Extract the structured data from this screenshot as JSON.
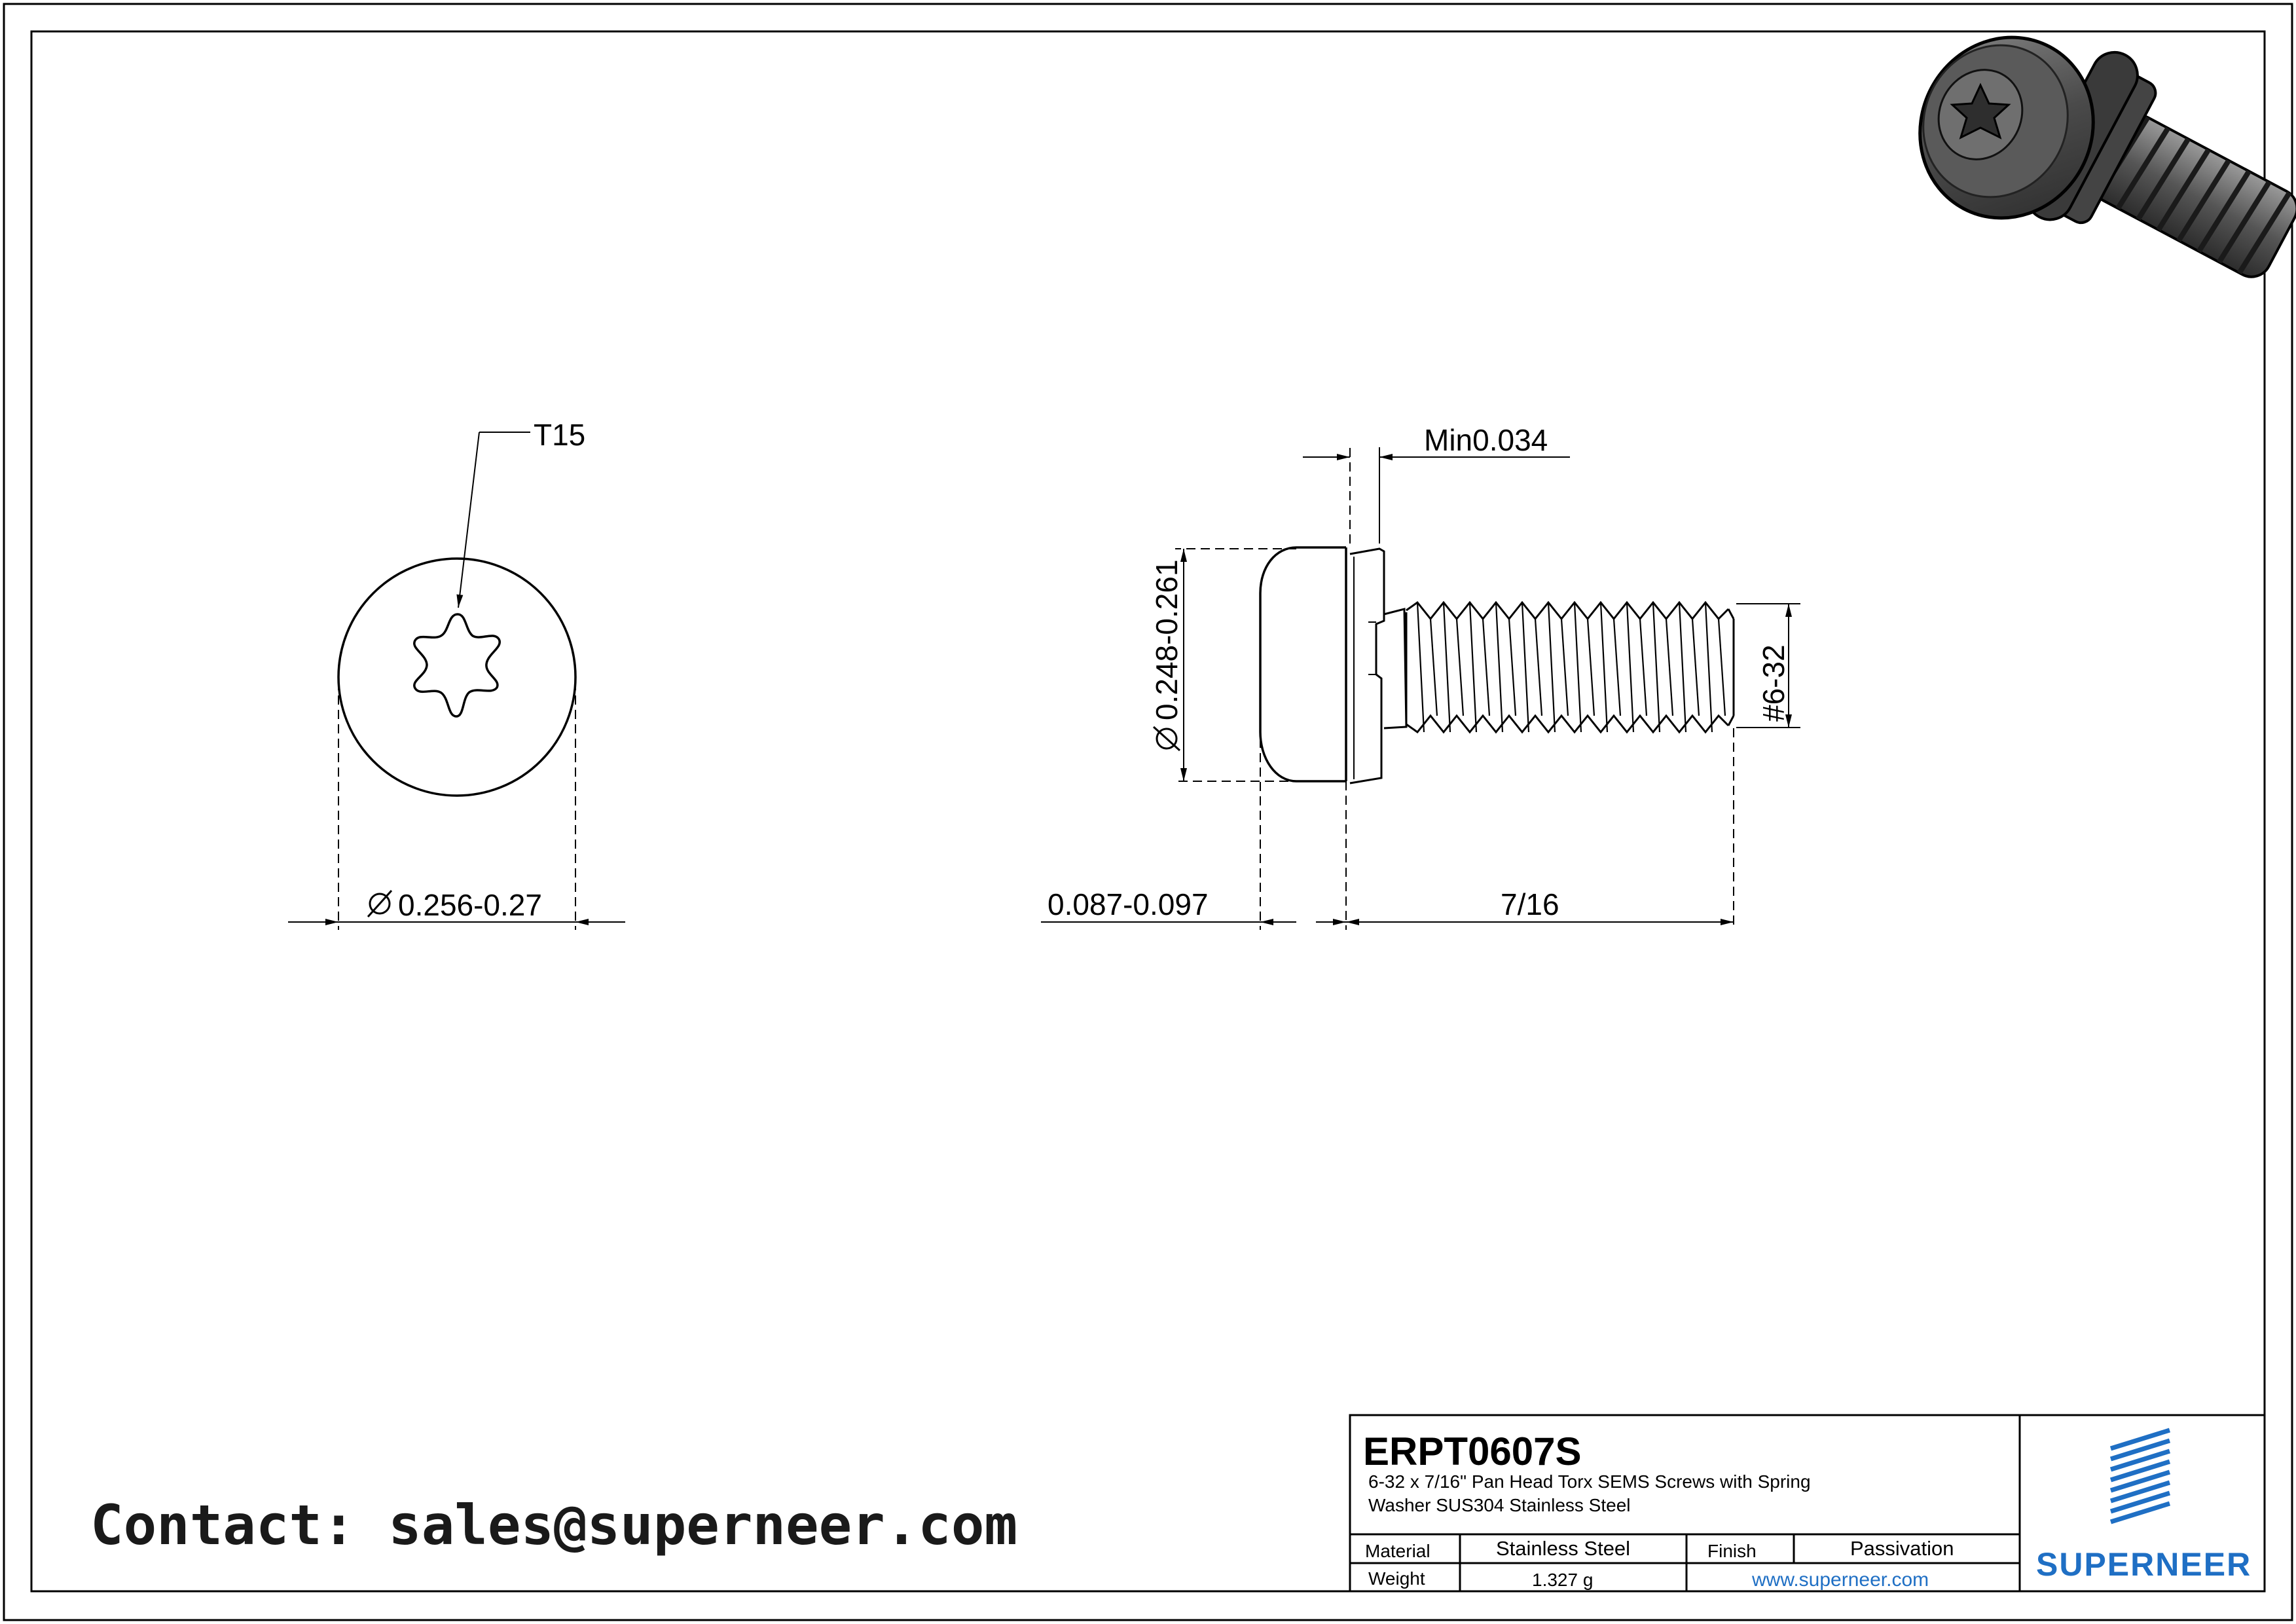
{
  "callouts": {
    "drive": "T15",
    "head_diameter": "0.256-0.27",
    "washer_thickness": "Min0.034",
    "washer_diameter": "0.248-0.261",
    "head_height": "0.087-0.097",
    "length": "7/16",
    "thread": "#6-32"
  },
  "title_block": {
    "part_number": "ERPT0607S",
    "description_line1": "6-32 x 7/16\" Pan Head Torx SEMS Screws with Spring",
    "description_line2": "Washer SUS304 Stainless Steel",
    "material_label": "Material",
    "material_value": "Stainless Steel",
    "finish_label": "Finish",
    "finish_value": "Passivation",
    "weight_label": "Weight",
    "weight_value": "1.327 g",
    "website": "www.superneer.com",
    "brand": "SUPERNEER"
  },
  "contact": "Contact: sales@superneer.com",
  "colors": {
    "line": "#000000",
    "brand_blue": "#1f6fc4",
    "link_blue": "#1f6fc4"
  }
}
